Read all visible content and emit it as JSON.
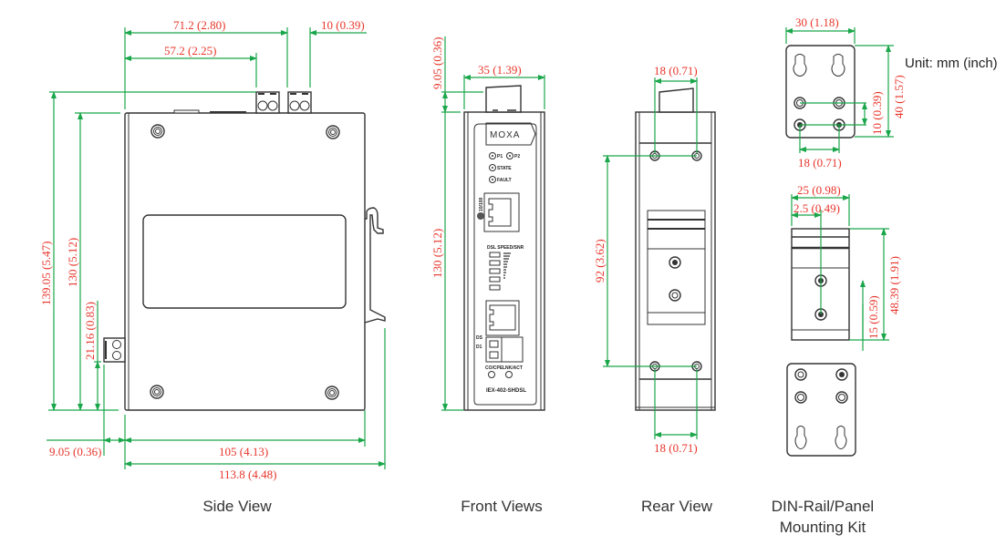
{
  "unit_label": "Unit: mm (inch)",
  "colors": {
    "dimension_text": "#e8352b",
    "dimension_line": "#1aa64a",
    "outline": "#333333"
  },
  "views": {
    "side": {
      "caption": "Side View",
      "dims": {
        "top_71": "71.2 (2.80)",
        "top_57": "57.2 (2.25)",
        "top_10": "10 (0.39)",
        "height_139": "139.05 (5.47)",
        "height_130": "130 (5.12)",
        "height_21": "21.16 (0.83)",
        "bottom_905": "9.05 (0.36)",
        "bottom_105": "105 (4.13)",
        "bottom_113": "113.8 (4.48)"
      }
    },
    "front": {
      "caption": "Front Views",
      "dims": {
        "top_905": "9.05 (0.36)",
        "width_35": "35 (1.39)",
        "height_130": "130 (5.12)"
      },
      "labels": {
        "logo": "MOXA",
        "p1": "P1",
        "p2": "P2",
        "state": "STATE",
        "fault": "FAULT",
        "eth": "10/100",
        "dsl": "DSL SPEED/SNR",
        "ds": "DS",
        "d1": "D1",
        "co_cpe": "CO/CPE",
        "link_act": "LNK/ACT",
        "model": "IEX-402-SHDSL"
      }
    },
    "rear": {
      "caption": "Rear View",
      "dims": {
        "top_18": "18 (0.71)",
        "height_92": "92 (3.62)",
        "bottom_18": "18 (0.71)"
      }
    },
    "kit": {
      "caption_line1": "DIN-Rail/Panel",
      "caption_line2": "Mounting Kit",
      "dims": {
        "width_30": "30 (1.18)",
        "height_40": "40 (1.57)",
        "height_10": "10 (0.39)",
        "width_18": "18 (0.71)",
        "width_25": "25 (0.98)",
        "offset_25": "2.5 (0.49)",
        "height_48": "48.39 (1.91)",
        "height_15": "15 (0.59)"
      }
    }
  }
}
